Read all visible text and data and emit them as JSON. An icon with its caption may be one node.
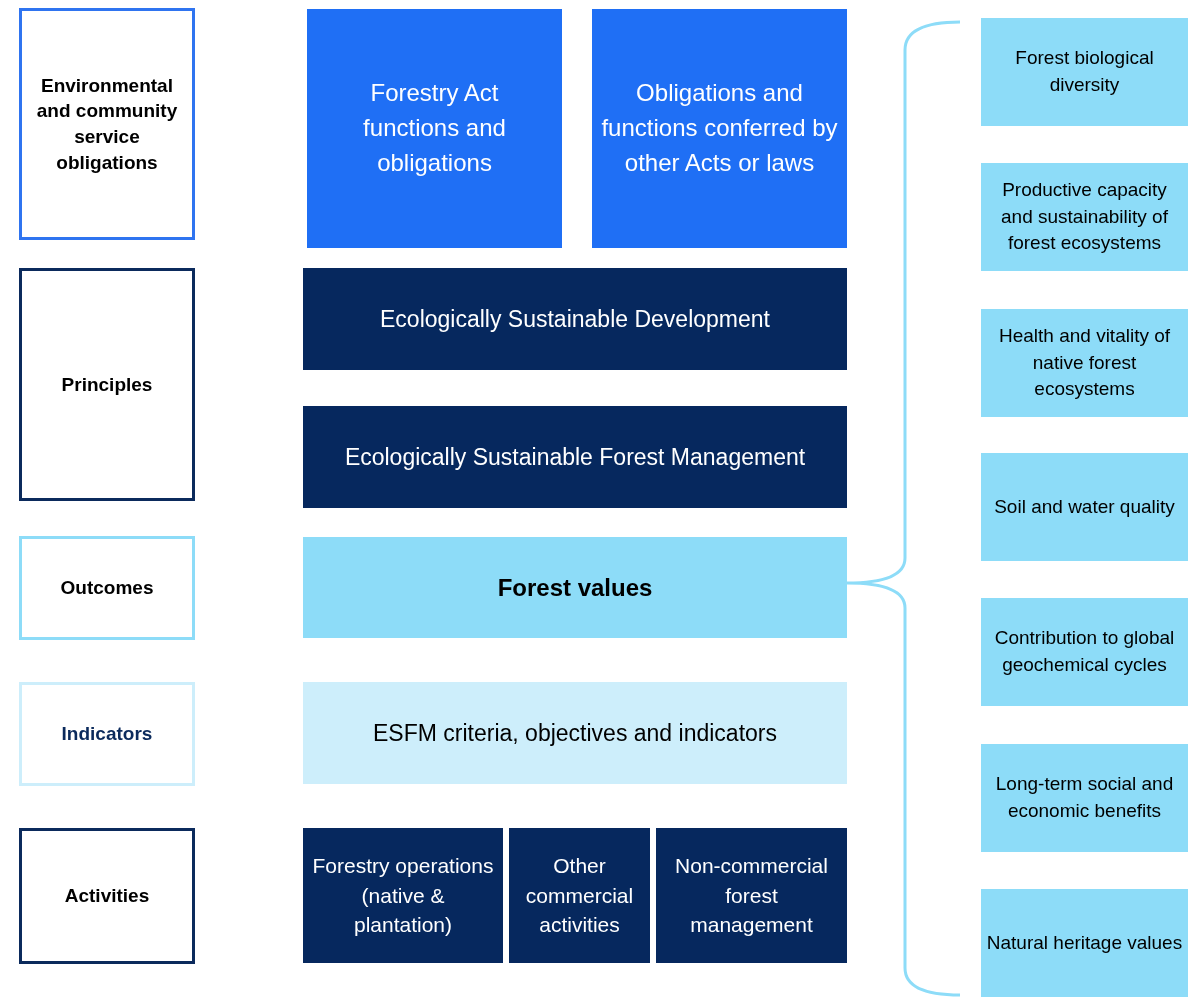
{
  "diagram": {
    "nodes": [
      {
        "text": [
          "Environmental and community service obligations"
        ]
      },
      {
        "text": [
          "Principles"
        ]
      },
      {
        "text": [
          "Outcomes"
        ]
      },
      {
        "text": [
          "Indicators"
        ]
      },
      {
        "text": [
          "Activities"
        ]
      },
      {
        "text": [
          "Forestry Act functions and obligations"
        ]
      },
      {
        "text": [
          "Obligations and functions conferred by other Acts or laws"
        ]
      },
      {
        "text": [
          "Ecologically Sustainable Development"
        ]
      },
      {
        "text": [
          "Ecologically Sustainable Forest Management"
        ]
      },
      {
        "text": [
          "Forest values"
        ]
      },
      {
        "text": [
          "ESFM criteria, objectives and indicators"
        ]
      },
      {
        "text": [
          "Forestry operations (native & plantation)"
        ]
      },
      {
        "text": [
          "Other commercial activities"
        ]
      },
      {
        "text": [
          "Non-commercial forest management"
        ]
      },
      {
        "text": [
          "Forest biological diversity"
        ]
      },
      {
        "text": [
          "Productive capacity and sustainability of forest ecosystems"
        ]
      },
      {
        "text": [
          "Health and vitality of native forest ecosystems"
        ]
      },
      {
        "text": [
          "Soil and water quality"
        ]
      },
      {
        "text": [
          "Contribution to global geochemical cycles"
        ]
      },
      {
        "text": [
          "Long-term social and economic benefits"
        ]
      },
      {
        "text": [
          "Natural heritage values"
        ]
      }
    ],
    "edges": []
  }
}
